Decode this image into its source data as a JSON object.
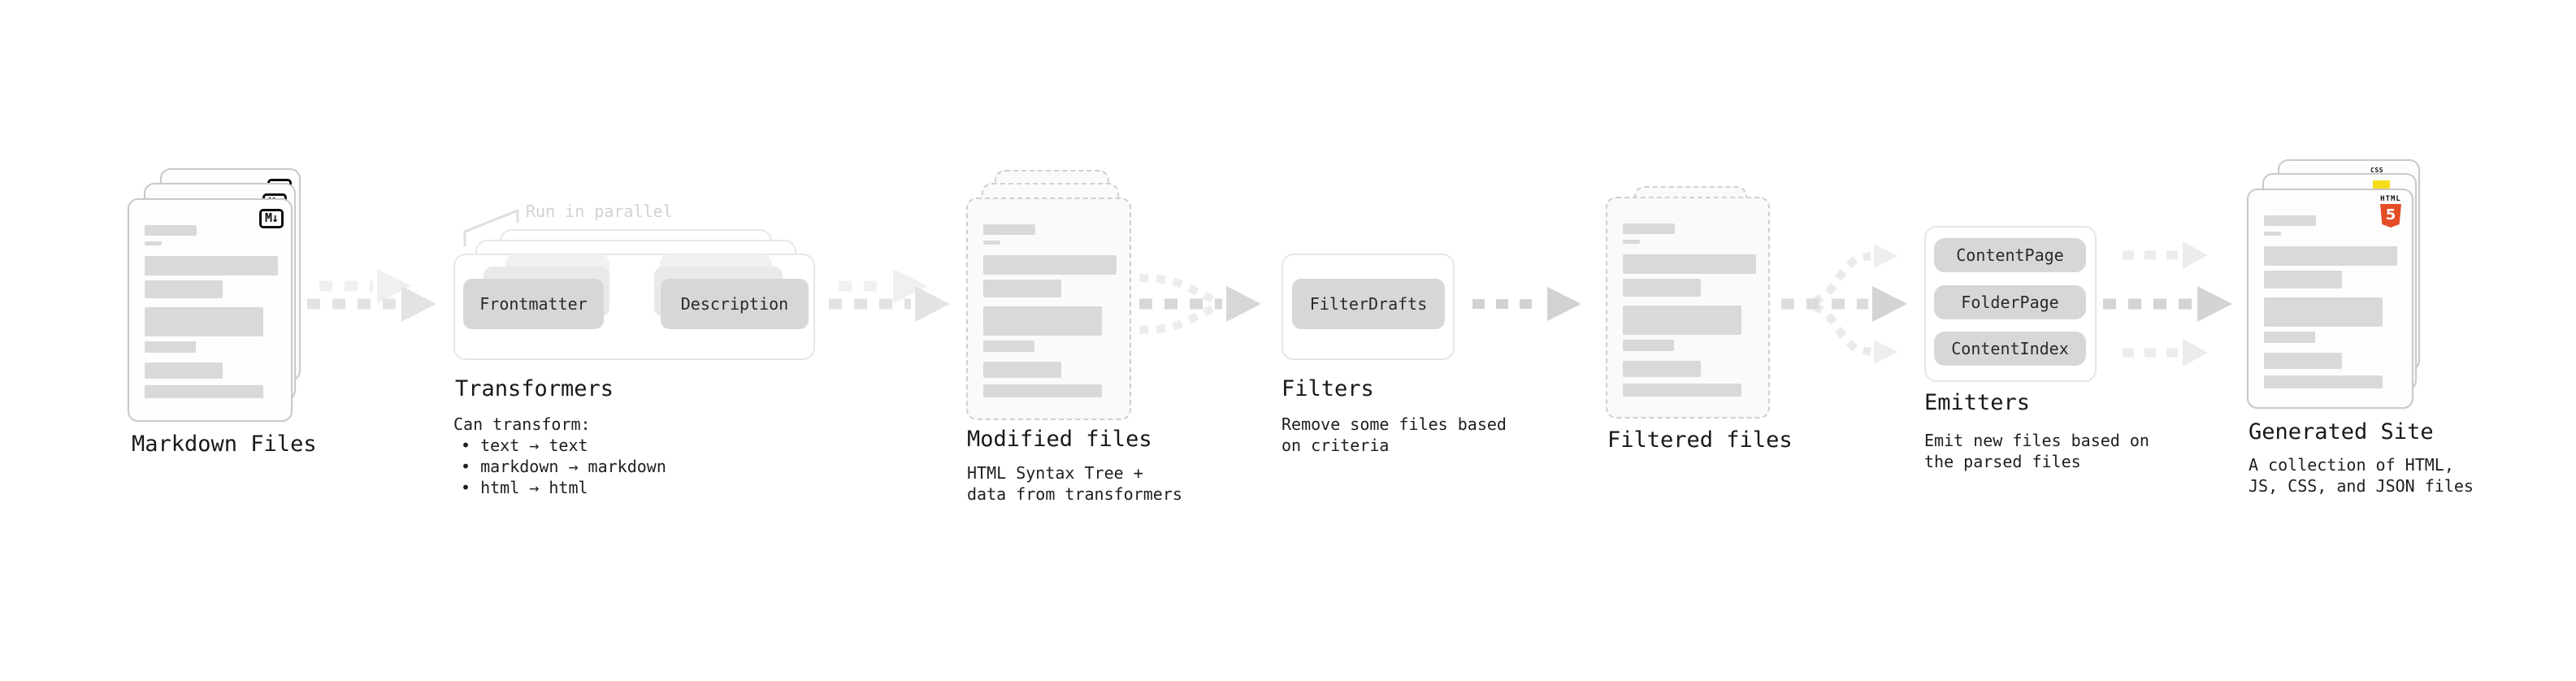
{
  "colors": {
    "text": "#1b1b1b",
    "placeholder_gray": "#d9d9d9",
    "node_gray": "#d7d7d7",
    "arrow_gray": "#d4d4d4",
    "arrow_light": "#ececec",
    "html5_orange": "#e44d26",
    "js_yellow": "#f5de19",
    "css_blue": "#2d6fe0"
  },
  "stage_markdown": {
    "title": "Markdown Files",
    "badge": "M↓"
  },
  "stage_transformers": {
    "note": "Run in parallel",
    "nodes": {
      "frontmatter": "Frontmatter",
      "description": "Description"
    },
    "title": "Transformers",
    "desc_heading": "Can transform:",
    "bullets": [
      "• text → text",
      "• markdown → markdown",
      "• html → html"
    ]
  },
  "stage_modified": {
    "title": "Modified files",
    "desc_line1": "HTML Syntax Tree +",
    "desc_line2": "data from transformers"
  },
  "stage_filters": {
    "node": "FilterDrafts",
    "title": "Filters",
    "desc_line1": "Remove some files based",
    "desc_line2": "on criteria"
  },
  "stage_filtered": {
    "title": "Filtered files"
  },
  "stage_emitters": {
    "nodes": [
      "ContentPage",
      "FolderPage",
      "ContentIndex"
    ],
    "title": "Emitters",
    "desc_line1": "Emit new files based on",
    "desc_line2": "the parsed files"
  },
  "stage_generated": {
    "title": "Generated Site",
    "desc_line1": "A collection of HTML,",
    "desc_line2": "JS, CSS, and JSON files",
    "html5_word": "HTML",
    "html5_number": "5",
    "css_word": "CSS"
  }
}
